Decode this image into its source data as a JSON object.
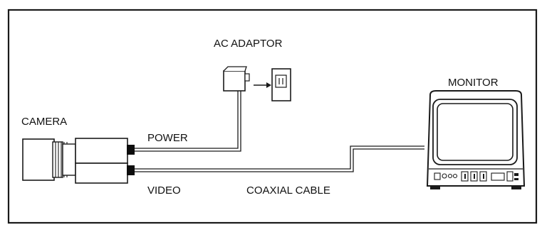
{
  "labels": {
    "ac_adaptor": "AC ADAPTOR",
    "monitor": "MONITOR",
    "camera": "CAMERA",
    "power": "POWER",
    "video": "VIDEO",
    "coaxial_cable": "COAXIAL CABLE"
  },
  "colors": {
    "line": "#1a1a1a",
    "background": "#ffffff",
    "screen": "#ffffff",
    "connector": "#0d0d0d"
  },
  "icons": {
    "arrow": "right-arrow-icon",
    "outlet": "wall-outlet-icon"
  }
}
